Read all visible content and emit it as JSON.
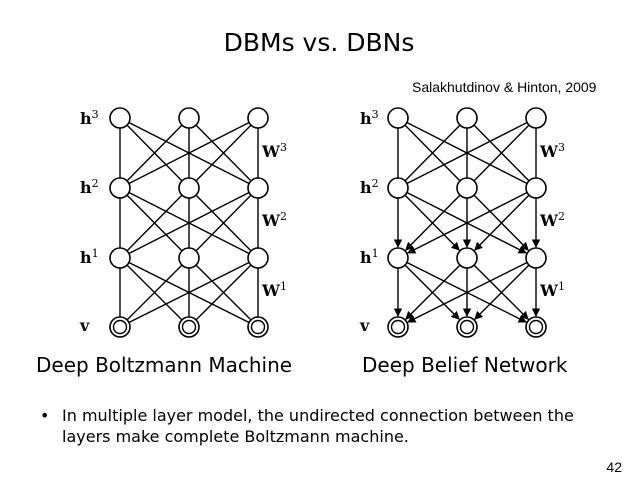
{
  "slide": {
    "title": "DBMs vs. DBNs",
    "citation": "Salakhutdinov & Hinton, 2009",
    "bullet": "In multiple layer model, the undirected connection between the layers make complete Boltzmann machine.",
    "bullet_symbol": "•",
    "page_number": "42"
  },
  "networks": [
    {
      "caption": "Deep Boltzmann Machine",
      "directed_bottom_layers": false,
      "layer_labels": [
        {
          "base": "h",
          "sup": "3"
        },
        {
          "base": "h",
          "sup": "2"
        },
        {
          "base": "h",
          "sup": "1"
        },
        {
          "base": "v",
          "sup": ""
        }
      ],
      "weight_labels": [
        {
          "base": "W",
          "sup": "3"
        },
        {
          "base": "W",
          "sup": "2"
        },
        {
          "base": "W",
          "sup": "1"
        }
      ]
    },
    {
      "caption": "Deep Belief Network",
      "directed_bottom_layers": true,
      "layer_labels": [
        {
          "base": "h",
          "sup": "3"
        },
        {
          "base": "h",
          "sup": "2"
        },
        {
          "base": "h",
          "sup": "1"
        },
        {
          "base": "v",
          "sup": ""
        }
      ],
      "weight_labels": [
        {
          "base": "W",
          "sup": "3"
        },
        {
          "base": "W",
          "sup": "2"
        },
        {
          "base": "W",
          "sup": "1"
        }
      ]
    }
  ]
}
